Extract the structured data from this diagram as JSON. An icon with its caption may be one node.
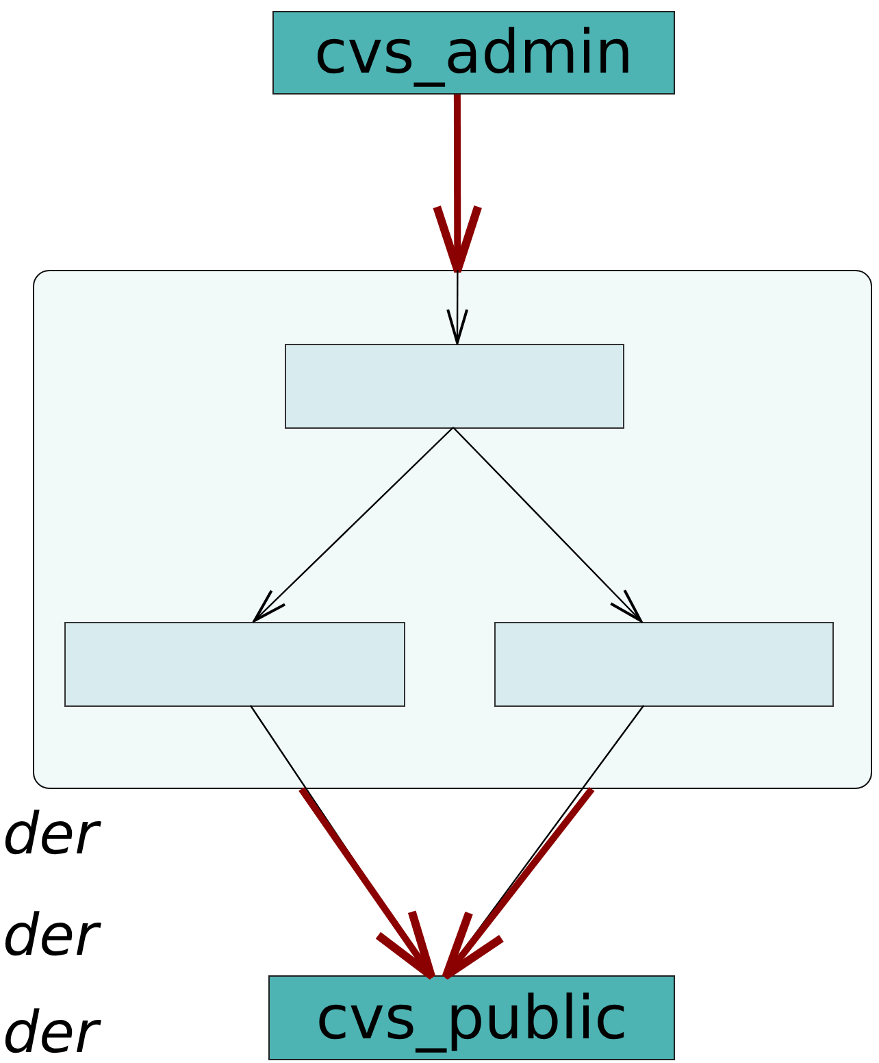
{
  "diagram": {
    "nodes": [
      {
        "text": [
          "cvs_admin"
        ]
      },
      {
        "text": [],
        "shape": "box"
      },
      {
        "text": [],
        "shape": "box",
        "in": 1
      },
      {
        "text": [],
        "shape": "box",
        "in": 1
      },
      {
        "text": [],
        "shape": "box",
        "in": 1
      },
      {
        "text": [
          "cvs_public"
        ]
      }
    ],
    "edges": [
      {
        "from": 0,
        "to": 1,
        "arrow": "to",
        "style": "thick",
        "color": "#8b0000"
      },
      {
        "from": 1,
        "to": 2,
        "arrow": "to"
      },
      {
        "from": 2,
        "to": 3,
        "arrow": "to"
      },
      {
        "from": 2,
        "to": 4,
        "arrow": "to"
      },
      {
        "from": 3,
        "to": 5,
        "arrow": "none"
      },
      {
        "from": 4,
        "to": 5,
        "arrow": "none"
      },
      {
        "from": 1,
        "to": 5,
        "arrow": "to",
        "style": "thick",
        "color": "#8b0000"
      },
      {
        "from": 1,
        "to": 5,
        "arrow": "to",
        "style": "thick",
        "color": "#8b0000"
      }
    ],
    "labels": [
      "der",
      "der",
      "der"
    ]
  }
}
